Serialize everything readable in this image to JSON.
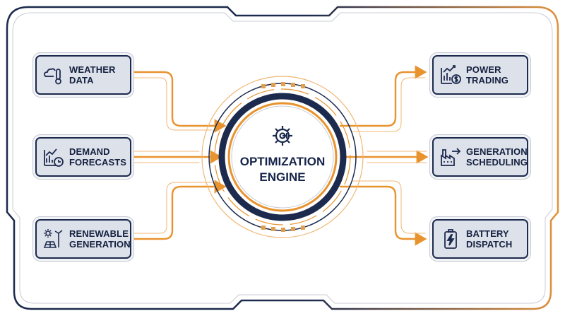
{
  "engine": {
    "label": "OPTIMIZATION\nENGINE",
    "icon": "gear-circuit-icon"
  },
  "inputs": [
    {
      "label": "WEATHER\nDATA",
      "icon": "weather-thermometer-icon"
    },
    {
      "label": "DEMAND\nFORECASTS",
      "icon": "chart-clock-icon"
    },
    {
      "label": "RENEWABLE\nGENERATION",
      "icon": "solar-wind-icon"
    }
  ],
  "outputs": [
    {
      "label": "POWER\nTRADING",
      "icon": "chart-dollar-icon"
    },
    {
      "label": "GENERATION\nSCHEDULING",
      "icon": "factory-arrow-icon"
    },
    {
      "label": "BATTERY\nDISPATCH",
      "icon": "battery-bolt-icon"
    }
  ],
  "colors": {
    "navy": "#1c2a4e",
    "orange": "#eb9a35",
    "box_fill": "#dde1ea"
  }
}
